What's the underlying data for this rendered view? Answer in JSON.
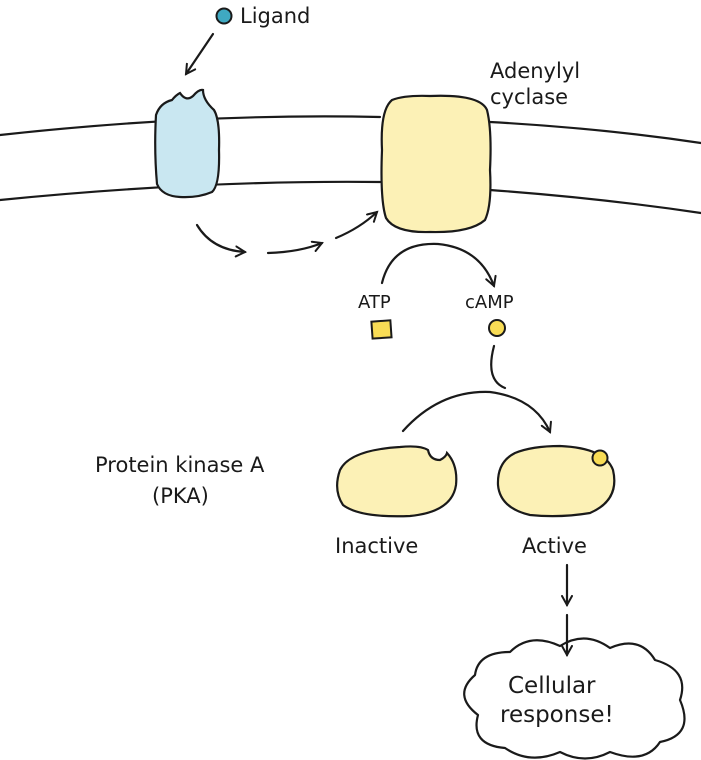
{
  "labels": {
    "ligand": "Ligand",
    "adenylyl_cyclase_line1": "Adenylyl",
    "adenylyl_cyclase_line2": "cyclase",
    "atp": "ATP",
    "camp": "cAMP",
    "pka_line1": "Protein kinase A",
    "pka_line2": "(PKA)",
    "inactive": "Inactive",
    "active": "Active",
    "response_line1": "Cellular",
    "response_line2": "response!"
  },
  "colors": {
    "ligand": "#3fa9c2",
    "receptor": "#c9e7f1",
    "protein": "#fcf1b6",
    "camp_atp": "#f8dc55",
    "outline": "#1a1a1a"
  }
}
